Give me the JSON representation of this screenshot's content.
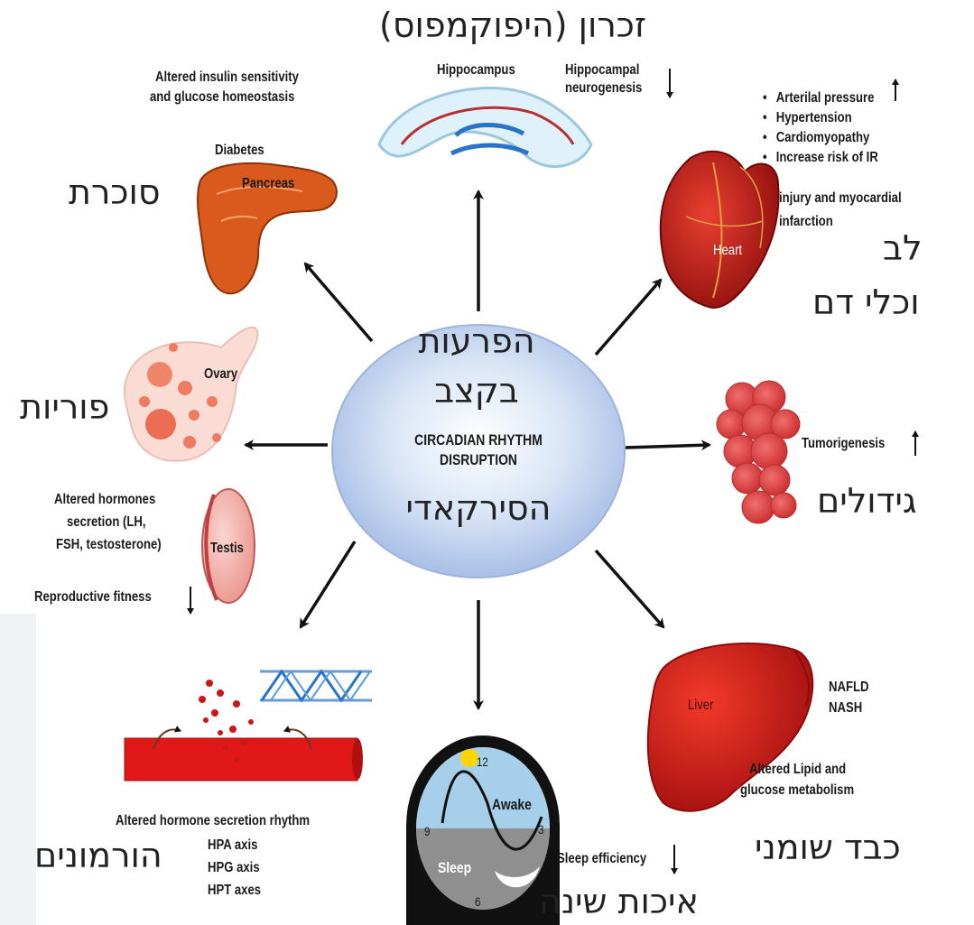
{
  "center": {
    "he_line1": "הפרעות",
    "he_line2": "בקצב",
    "en_line1": "CIRCADIAN RHYTHM",
    "en_line2": "DISRUPTION",
    "he_line3": "הסירקאדי"
  },
  "hebrew_labels": {
    "memory": "זכרון (היפוקמפוס)",
    "pancreas": "סוכרת",
    "heart_1": "לב",
    "heart_2": "וכלי דם",
    "fertility": "פוריות",
    "tumors": "גידולים",
    "hormones": "הורמונים",
    "liver": "כבד שומני",
    "sleep": "איכות שינה"
  },
  "organs": {
    "hippocampus": "Hippocampus",
    "pancreas": "Pancreas",
    "heart": "Heart",
    "ovary": "Ovary",
    "testis": "Testis",
    "liver": "Liver",
    "clock_awake": "Awake",
    "clock_sleep": "Sleep",
    "clock_12": "12",
    "clock_3": "3",
    "clock_6": "6",
    "clock_9": "9"
  },
  "annotations": {
    "hippocampal_1": "Hippocampal",
    "hippocampal_2": "neurogenesis",
    "insulin_1": "Altered insulin sensitivity",
    "insulin_2": "and glucose homeostasis",
    "diabetes": "Diabetes",
    "heart_items": [
      "Arterilal pressure",
      "Hypertension",
      "Cardiomyopathy",
      "Increase risk of IR",
      "injury and myocardial",
      "infarction"
    ],
    "tumorigenesis": "Tumorigenesis",
    "hormones_1": "Altered hormones",
    "hormones_2": "secretion (LH,",
    "hormones_3": "FSH, testosterone)",
    "reproductive": "Reproductive fitness",
    "nafld": "NAFLD",
    "nash": "NASH",
    "lipid_1": "Altered Lipid and",
    "lipid_2": "glucose metabolism",
    "hormone_rhythm": "Altered hormone secretion rhythm",
    "hpa": "HPA axis",
    "hpg": "HPG axis",
    "hpt": "HPT axes",
    "sleep_eff": "Sleep efficiency"
  },
  "colors": {
    "center_circle": "#bcd0ee",
    "pancreas": "#d95a1c",
    "heart": "#c81818",
    "liver": "#d41616",
    "vessel": "#e01818",
    "ovary": "#f0856a",
    "hippocampus_outline": "#9cc7de",
    "arrow": "#111111"
  }
}
